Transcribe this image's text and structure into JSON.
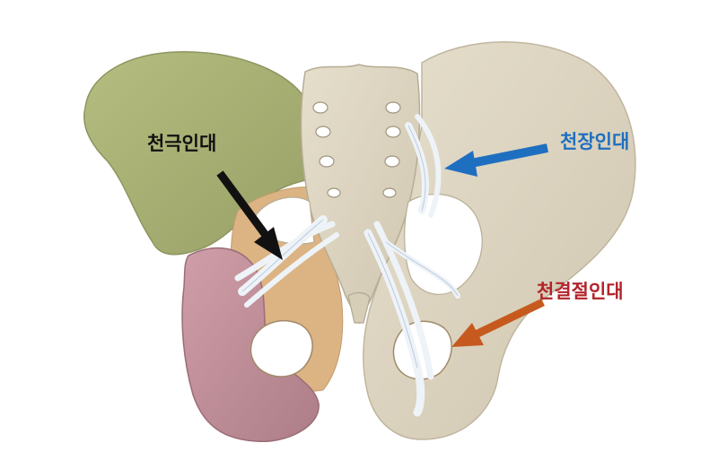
{
  "labels": {
    "sacrospinous": "천극인대",
    "sacrotuberous": "천장인대",
    "sacroiliac": "천결절인대"
  },
  "colors": {
    "black_label": "#111111",
    "blue_label": "#1f6fc0",
    "red_label": "#b2242a",
    "black_arrow": "#111111",
    "blue_arrow": "#1f6fc0",
    "orange_arrow": "#c65a1e",
    "ilium": "#a9b277",
    "pubis": "#c4929d",
    "acetabulum": "#dcb383",
    "bone": "#ddd4c0",
    "ligament": "#eef3f8"
  }
}
